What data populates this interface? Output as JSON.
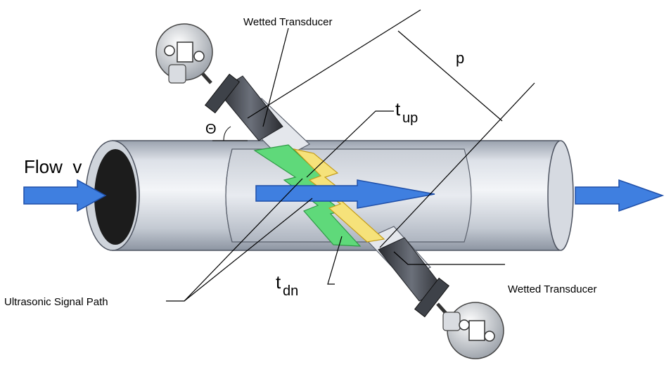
{
  "labels": {
    "wetted_transducer_top": "Wetted Transducer",
    "wetted_transducer_bottom": "Wetted Transducer",
    "distance": "p",
    "angle": "Θ",
    "t_up_main": "t",
    "t_up_sub": "up",
    "t_dn_main": "t",
    "t_dn_sub": "dn",
    "flow": "Flow  v",
    "signal_path": "Ultrasonic Signal Path"
  },
  "colors": {
    "pipe_light": "#eef1f5",
    "pipe_mid": "#c6ccd6",
    "pipe_dark": "#8e96a3",
    "pipe_bore": "#1c1c1c",
    "flow_arrow": "#3f7fe0",
    "flow_arrow_edge": "#1f4fa8",
    "signal_green": "#5fd97a",
    "signal_yellow": "#f6e27a",
    "transducer": "#3a3d44",
    "line": "#000000"
  },
  "icons": {
    "flow_arrow": "right-arrow-icon",
    "junction_box": "junction-box-icon"
  }
}
